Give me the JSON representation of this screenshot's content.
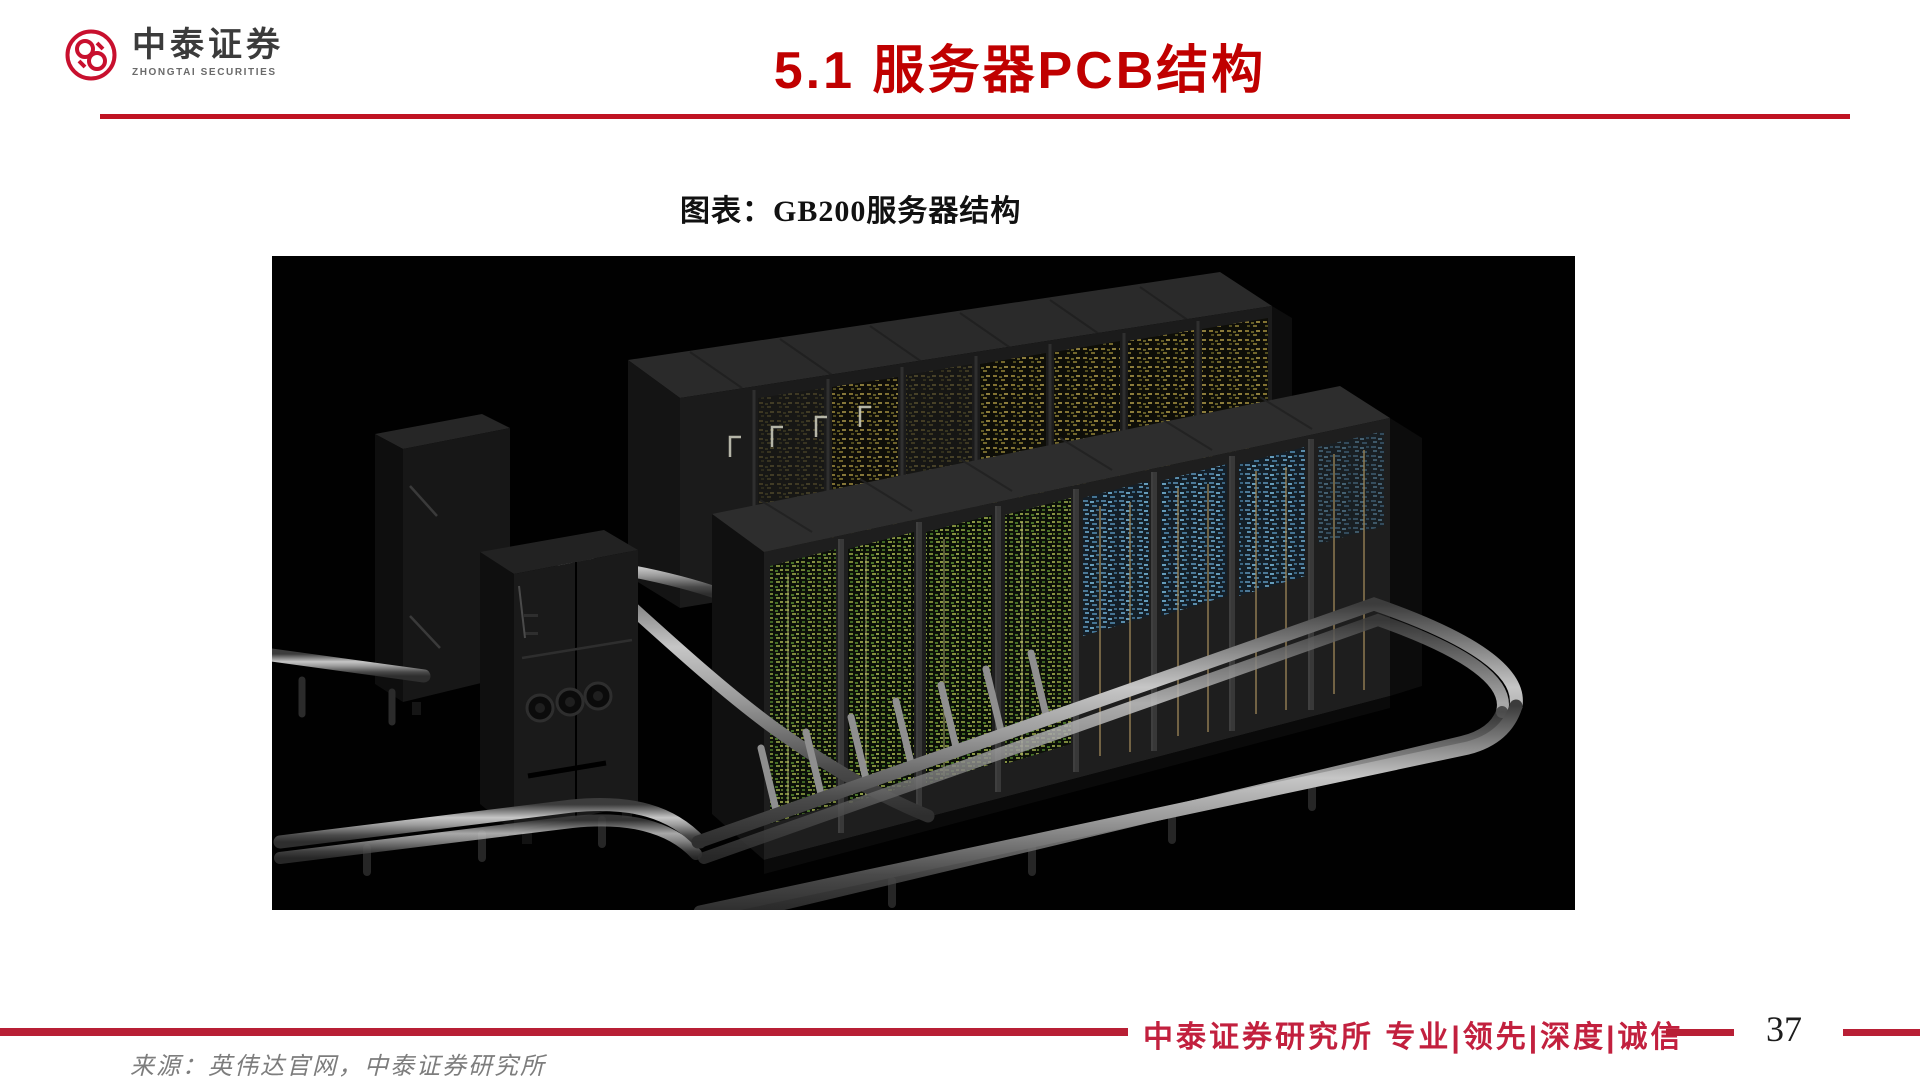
{
  "brand": {
    "logo_text_cn": "中泰证券",
    "logo_text_en": "ZHONGTAI SECURITIES",
    "logo_color": "#C8102E"
  },
  "header": {
    "title": "5.1 服务器PCB结构",
    "title_color": "#C00000",
    "rule_color": "#C01322"
  },
  "figure": {
    "caption": "图表：GB200服务器结构"
  },
  "footer": {
    "slogan": "中泰证券研究所 专业|领先|深度|诚信",
    "page_number": "37",
    "source": "来源：英伟达官网，中泰证券研究所",
    "accent_color": "#B81F35"
  }
}
